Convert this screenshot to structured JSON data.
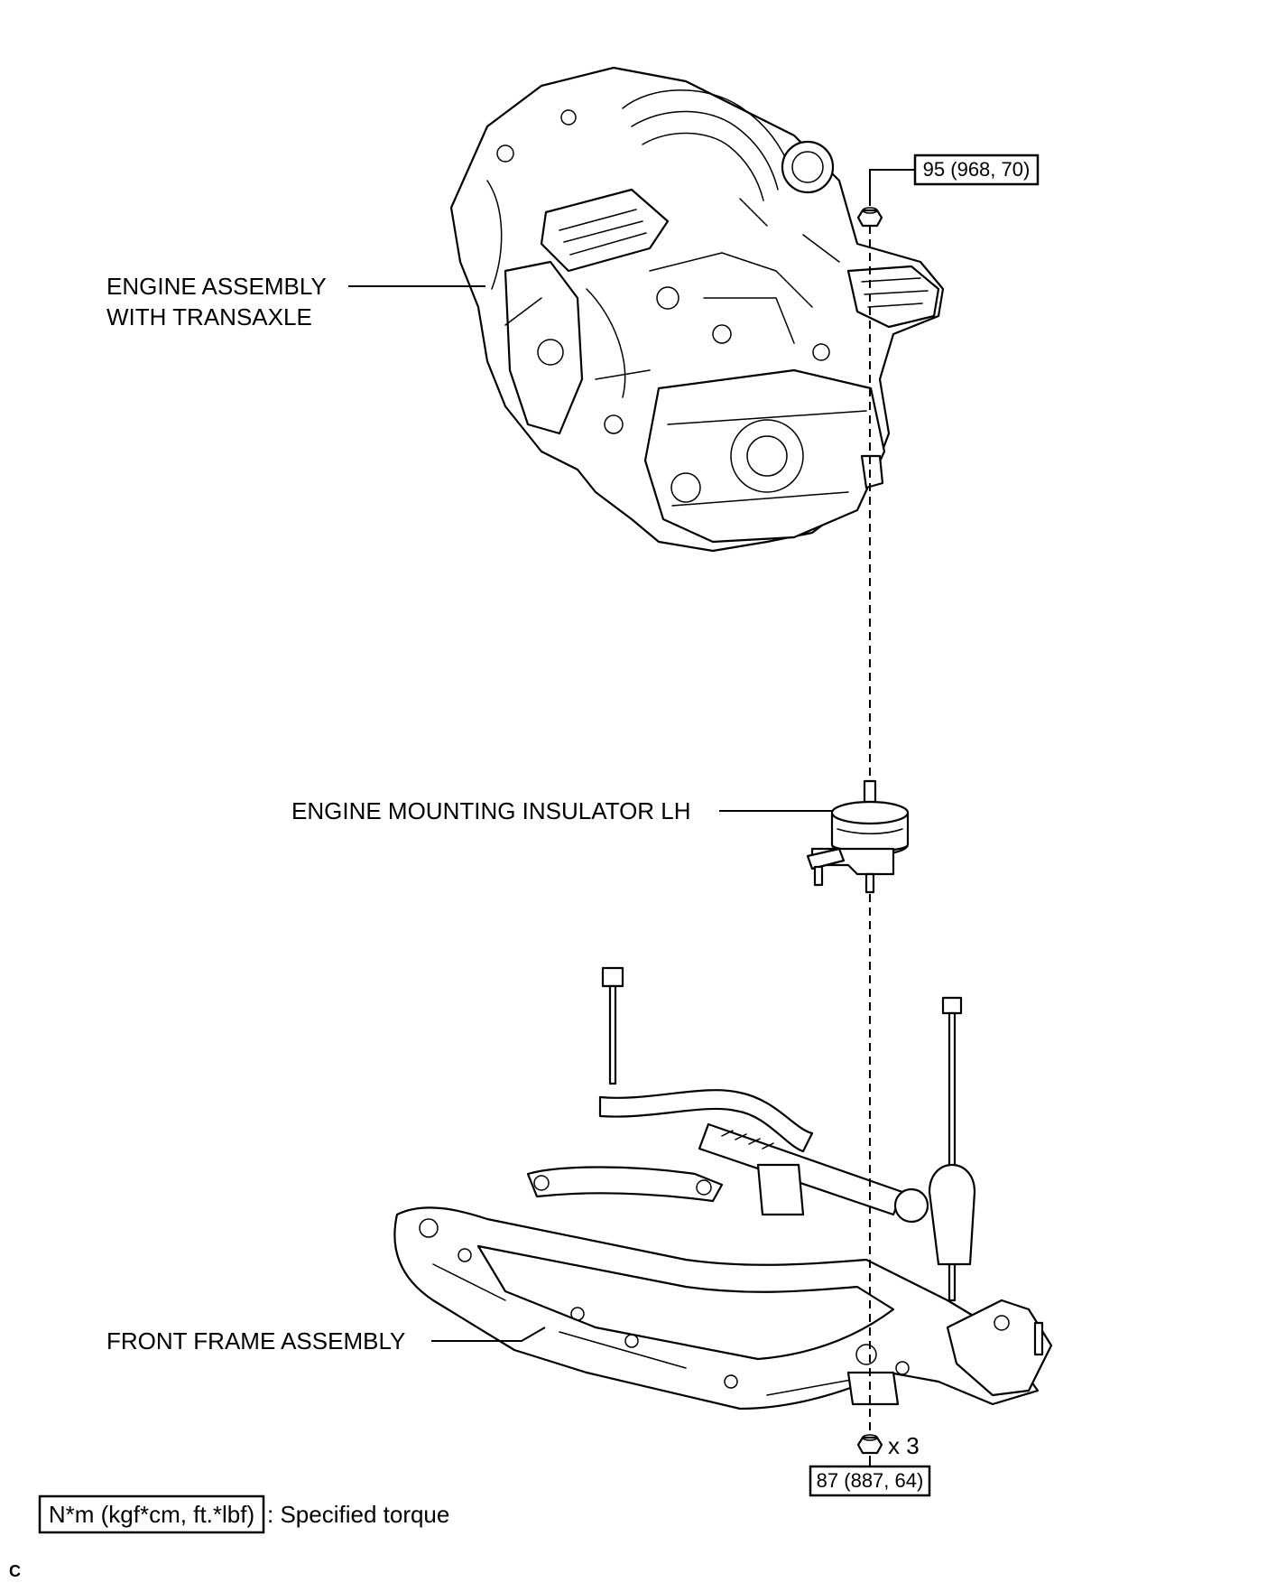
{
  "labels": {
    "engine_line1": "ENGINE ASSEMBLY",
    "engine_line2": "WITH TRANSAXLE",
    "insulator": "ENGINE MOUNTING INSULATOR LH",
    "frame": "FRONT FRAME ASSEMBLY"
  },
  "torque": {
    "upper": "95 (968, 70)",
    "lower": "87 (887, 64)",
    "lower_qty": "x 3"
  },
  "legend": {
    "unit_box": "N*m (kgf*cm, ft.*lbf)",
    "text": ": Specified torque"
  },
  "corner_mark": "C"
}
